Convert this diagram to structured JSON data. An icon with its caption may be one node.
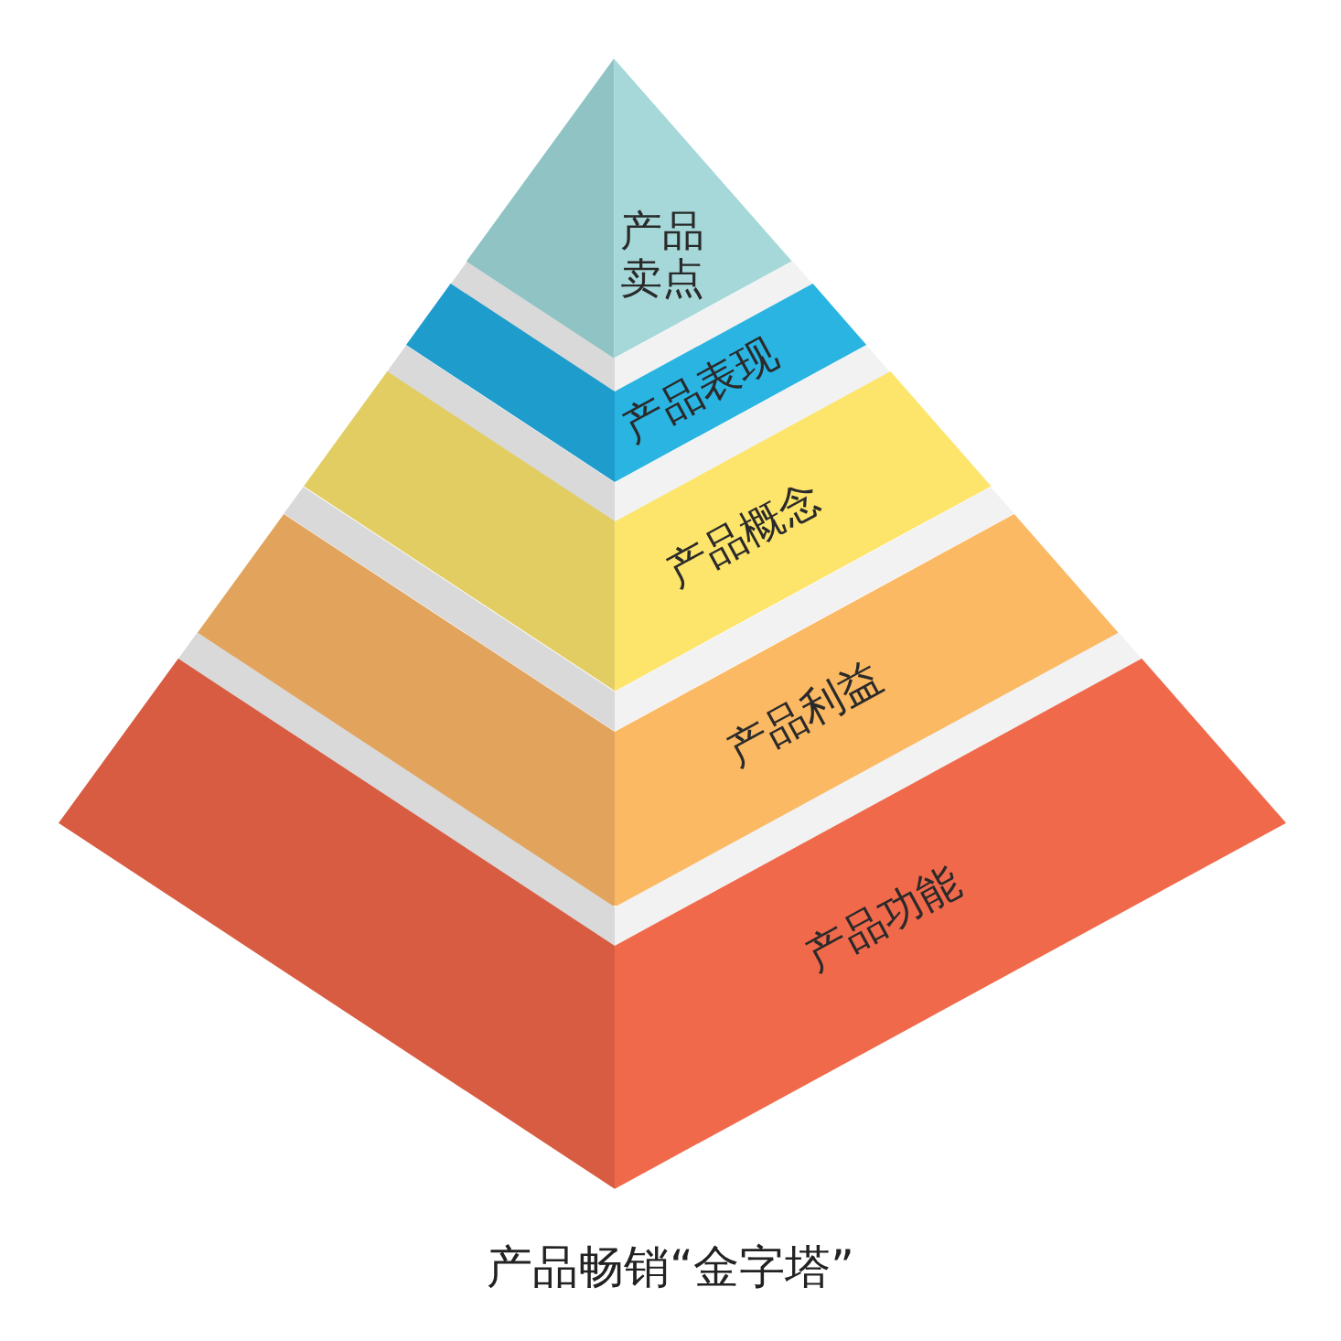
{
  "diagram": {
    "caption": "产品畅销“金字塔”",
    "nodes": [
      {
        "text": [
          "产品卖点"
        ]
      },
      {
        "text": [
          "产品表现"
        ]
      },
      {
        "text": [
          "产品概念"
        ]
      },
      {
        "text": [
          "产品利益"
        ]
      },
      {
        "text": [
          "产品功能"
        ]
      }
    ]
  }
}
